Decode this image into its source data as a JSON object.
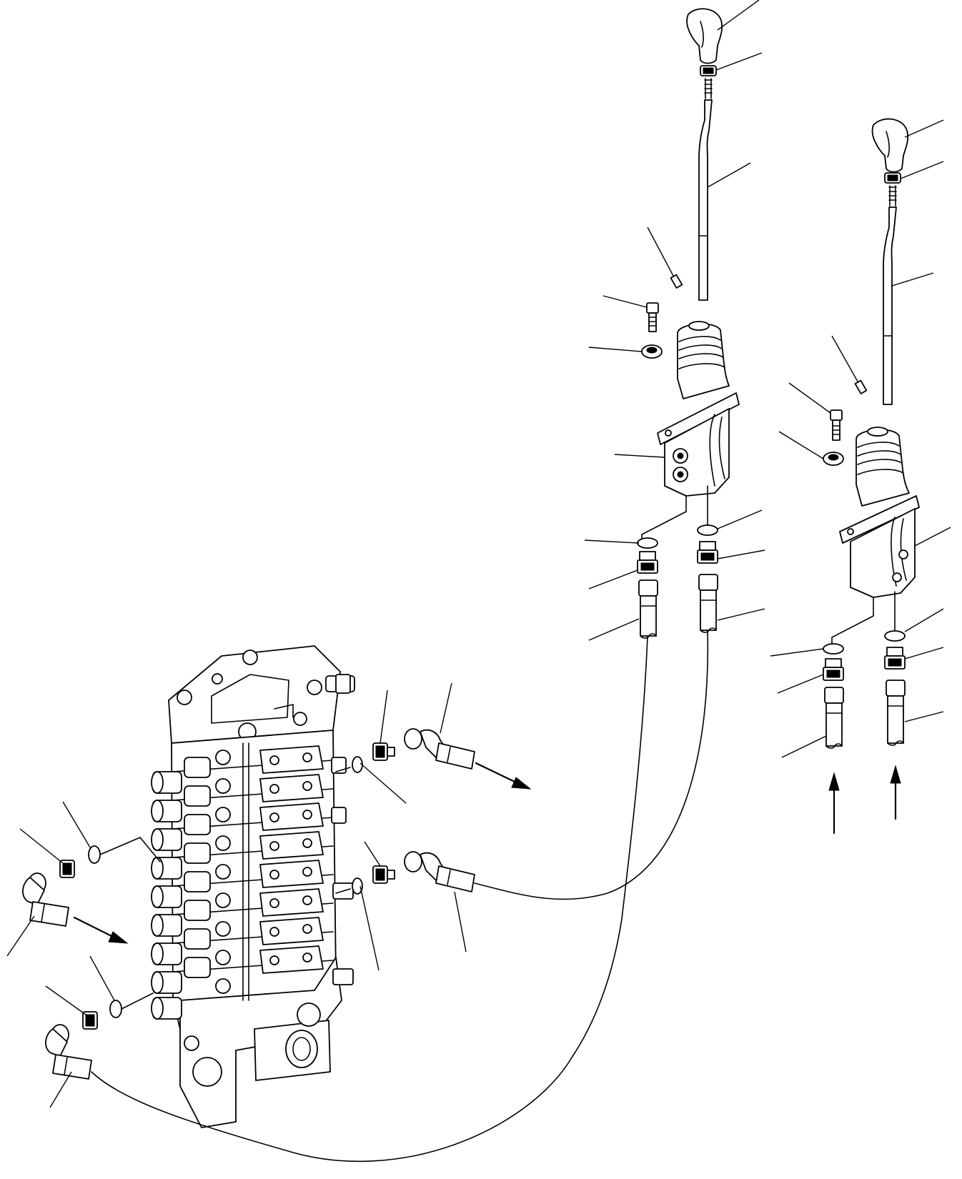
{
  "diagram": {
    "kind": "exploded parts drawing",
    "components": [
      "control-valve-block",
      "left-joystick-assembly",
      "right-joystick-assembly",
      "pilot-hoses",
      "elbow-fittings",
      "adapters",
      "o-rings"
    ],
    "flow_arrows": 4,
    "leader_lines": 38
  }
}
